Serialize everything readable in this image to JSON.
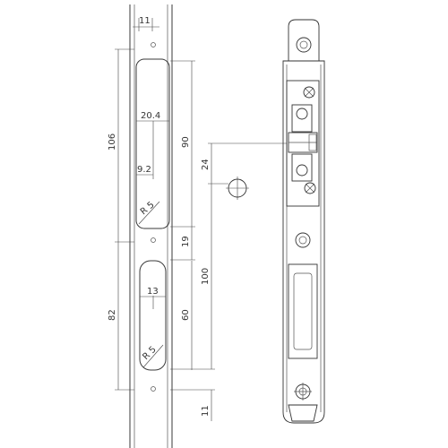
{
  "drawing": {
    "dimensions": {
      "d11_top": "11",
      "d106": "106",
      "d90": "90",
      "d20_4": "20.4",
      "d9_2": "9.2",
      "dR5_top": "R 5",
      "d24": "24",
      "d19": "19",
      "d100": "100",
      "d82": "82",
      "d13": "13",
      "d60": "60",
      "dR5_bottom": "R 5",
      "d11_bottom": "11"
    },
    "colors": {
      "line": "#3a3a3a",
      "background": "#ffffff"
    }
  }
}
